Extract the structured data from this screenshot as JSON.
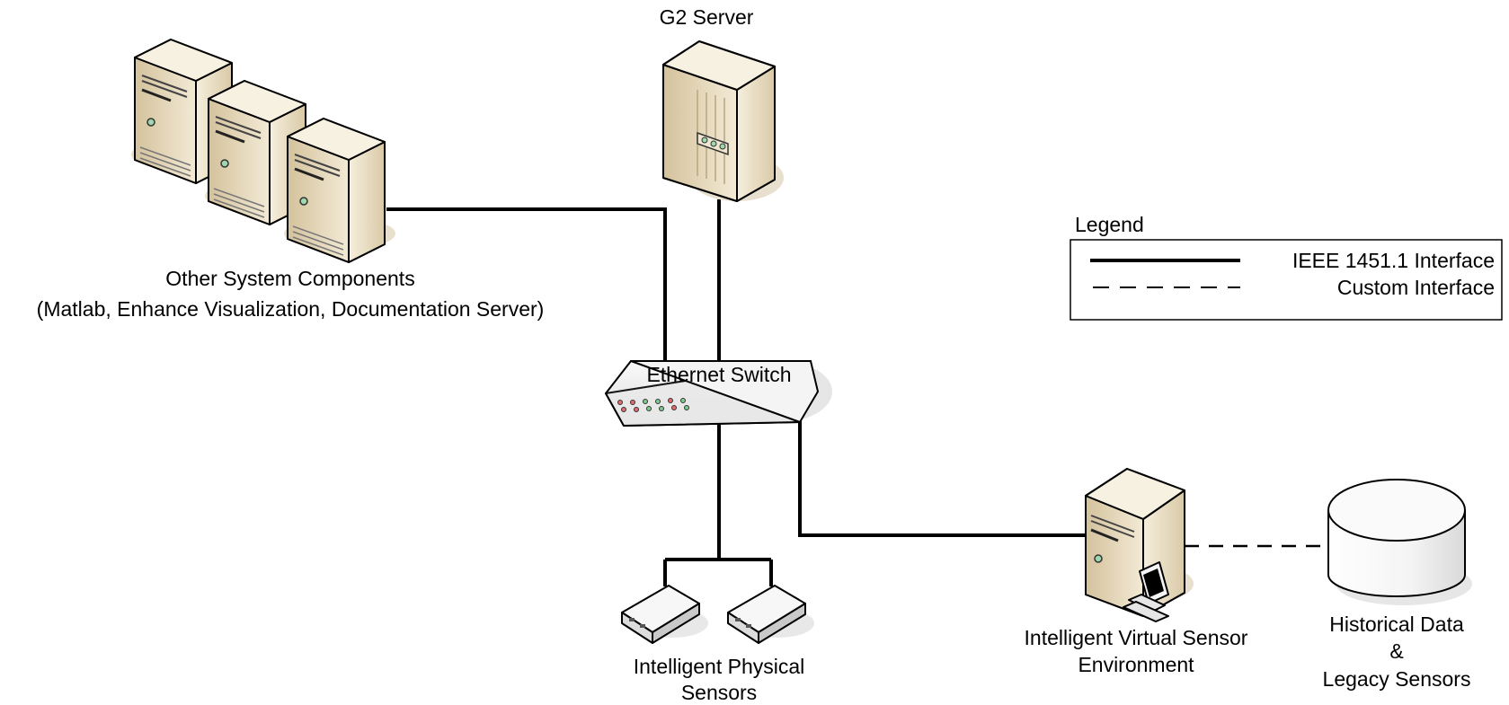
{
  "nodes": {
    "g2_server": {
      "label": "G2 Server"
    },
    "other_components": {
      "label_line1": "Other System Components",
      "label_line2": "(Matlab, Enhance Visualization, Documentation Server)"
    },
    "ethernet_switch": {
      "label": "Ethernet Switch"
    },
    "physical_sensors": {
      "label_line1": "Intelligent Physical",
      "label_line2": "Sensors"
    },
    "virtual_sensor_env": {
      "label_line1": "Intelligent Virtual Sensor",
      "label_line2": "Environment"
    },
    "historical_data": {
      "label_line1": "Historical Data",
      "label_line2": "&",
      "label_line3": "Legacy Sensors"
    }
  },
  "legend": {
    "title": "Legend",
    "items": [
      {
        "label": "IEEE 1451.1 Interface",
        "style": "solid"
      },
      {
        "label": "Custom Interface",
        "style": "dashed"
      }
    ]
  },
  "colors": {
    "device_light": "#f3ead6",
    "device_mid": "#e2d4b4",
    "device_dark": "#c4b28c",
    "shadow": "#e6dccb",
    "line": "#000000"
  }
}
